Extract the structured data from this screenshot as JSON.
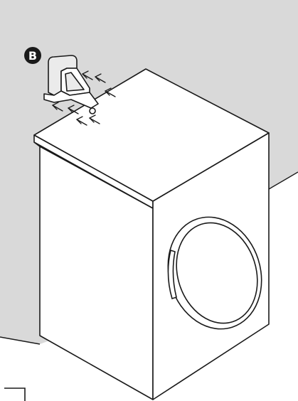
{
  "callout": {
    "label": "B"
  },
  "colors": {
    "wall": "#d9d9d9",
    "outline": "#1a1a1a",
    "machine_fill": "#ffffff",
    "badge": "#1a1a1a",
    "badge_text": "#ffffff",
    "bracket_fill": "#ebebeb"
  },
  "icons": {
    "callout_badge": "letter-b-circle",
    "mounting_bracket": "wall-bracket",
    "motion_arrows": "push-direction-arrows"
  }
}
